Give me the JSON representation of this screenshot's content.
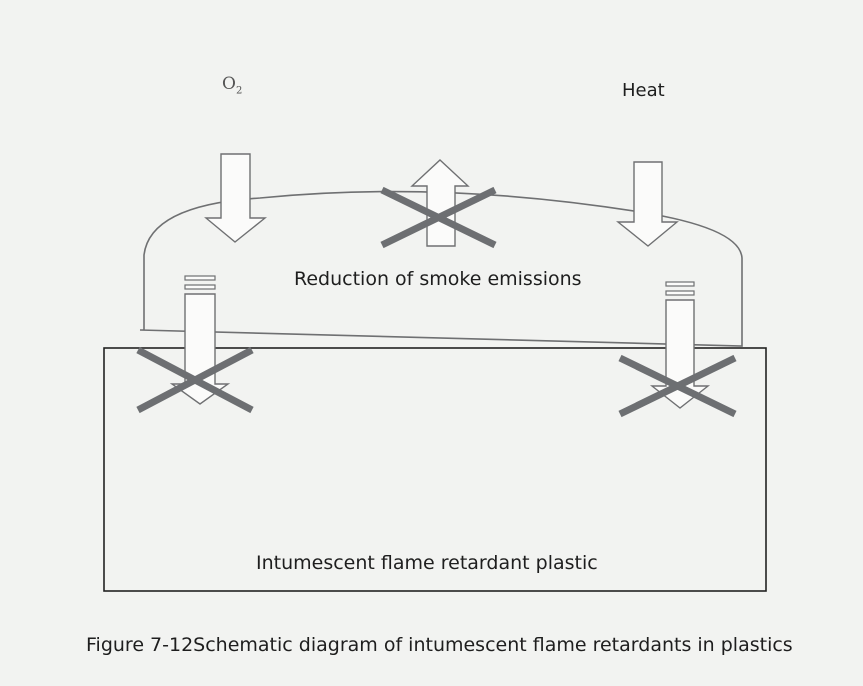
{
  "labels": {
    "o2_symbol": "O",
    "o2_subscript": "2",
    "heat": "Heat",
    "smoke_reduction": "Reduction of smoke emissions",
    "plastic": "Intumescent flame retardant plastic",
    "caption": "Figure 7-12Schematic diagram of intumescent flame retardants in plastics"
  },
  "colors": {
    "background": "#f2f3f1",
    "outline": "#6f7072",
    "cross": "#6d6f72",
    "plastic_border": "#222222",
    "arrow_fill": "#fbfbfa"
  }
}
